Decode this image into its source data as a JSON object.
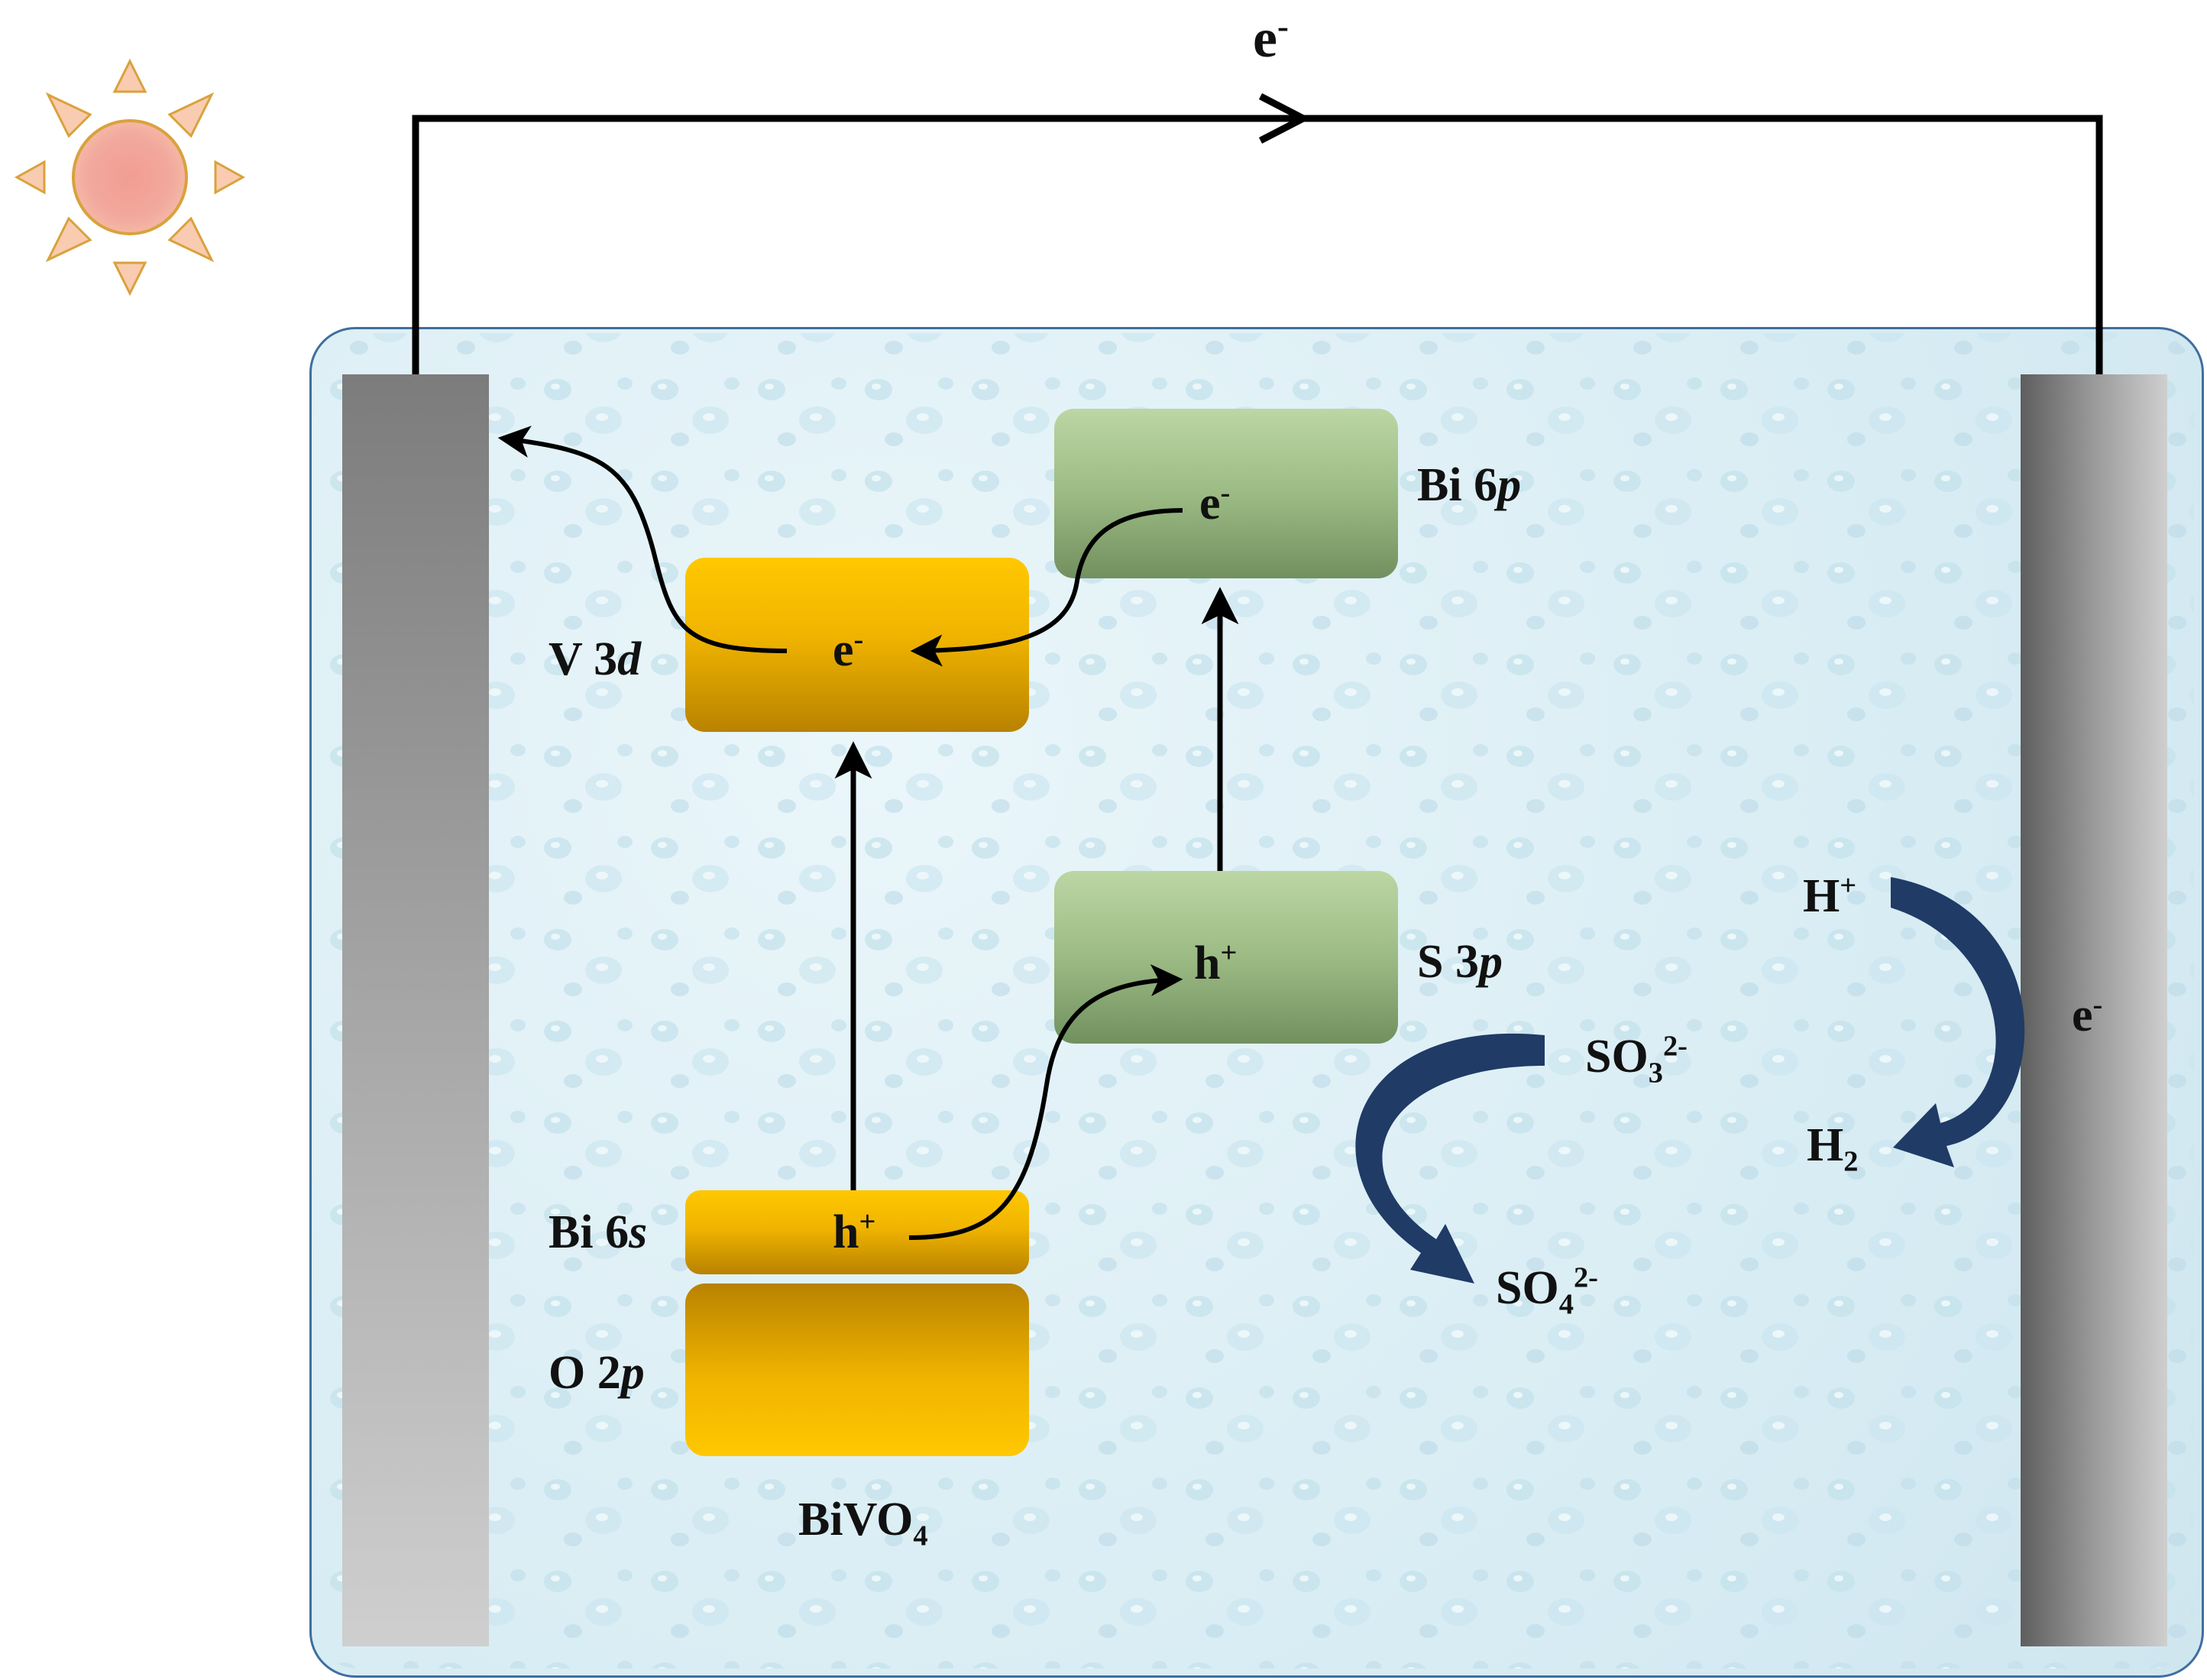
{
  "labels": {
    "circuit_electron": {
      "base": "e",
      "sup": "-"
    },
    "right_electrode_electron": {
      "base": "e",
      "sup": "-"
    },
    "bi6p": {
      "text": "Bi 6",
      "ital": "p"
    },
    "v3d": {
      "text": "V 3",
      "ital": "d"
    },
    "s3p": {
      "text": "S 3",
      "ital": "p"
    },
    "bi6s": {
      "text": "Bi 6",
      "ital": "s"
    },
    "o2p": {
      "text": "O 2",
      "ital": "p"
    },
    "bivo4": {
      "base": "BiVO",
      "sub": "4"
    },
    "band_electron_cb": {
      "base": "e",
      "sup": "-"
    },
    "band_electron_v3d": {
      "base": "e",
      "sup": "-"
    },
    "hole_s3p": {
      "base": "h",
      "sup": "+"
    },
    "hole_bi6s": {
      "base": "h",
      "sup": "+"
    },
    "proton": {
      "base": "H",
      "sup": "+"
    },
    "hydrogen": {
      "base": "H",
      "sub": "2"
    },
    "sulfite": {
      "base": "SO",
      "sub": "3",
      "sup": "2-"
    },
    "sulfate": {
      "base": "SO",
      "sub": "4",
      "sup": "2-"
    }
  },
  "colors": {
    "solution": "#dff0f6",
    "solution_border": "#3f6f9e",
    "sun_fill": "#f2a89c",
    "sun_ray": "#f9cbb0",
    "sun_outline": "#d9a23c",
    "curved_arrow": "#1f3b66",
    "bivo4_band": "#f0b400",
    "sulfide_band": "#9cbb84"
  }
}
